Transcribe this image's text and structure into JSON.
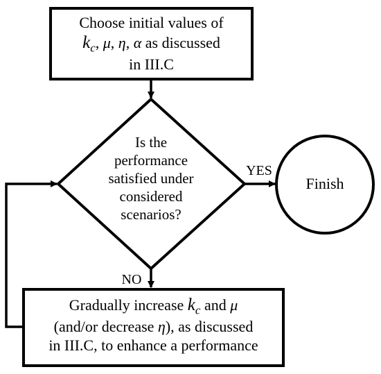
{
  "start_box": {
    "line1": "Choose initial values of",
    "line2_vars": [
      "k",
      "μ",
      "η",
      "α"
    ],
    "line2_sub": "c",
    "line2_suffix": "as discussed",
    "line3": "in III.C"
  },
  "decision": {
    "lines": [
      "Is the",
      "performance",
      "satisfied under",
      "considered",
      "scenarios?"
    ]
  },
  "yes_label": "YES",
  "no_label": "NO",
  "finish_label": "Finish",
  "update_box": {
    "line1_prefix": "Gradually increase",
    "line1_var1": "k",
    "line1_sub": "c",
    "line1_mid": "and",
    "line1_var2": "μ",
    "line2_prefix": "(and/or decrease",
    "line2_var": "η",
    "line2_suffix": "), as discussed",
    "line3": "in III.C, to enhance a performance"
  },
  "colors": {
    "stroke": "#000000",
    "background": "#ffffff"
  }
}
